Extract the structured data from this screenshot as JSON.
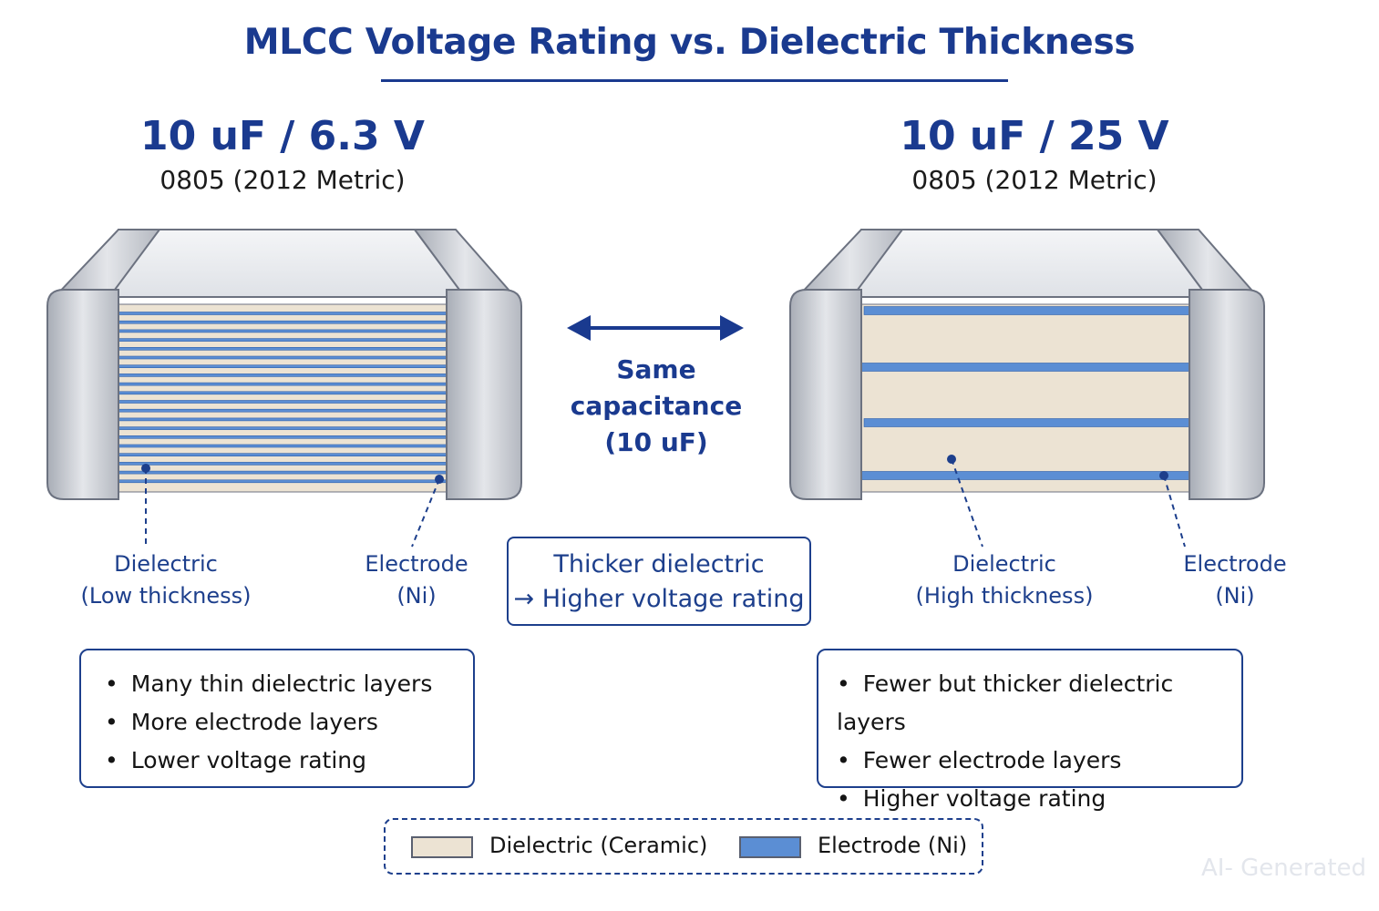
{
  "title": "MLCC Voltage Rating vs. Dielectric Thickness",
  "colors": {
    "accent": "#1a3a8f",
    "dielectric": "#ece3d3",
    "electrode": "#5b8ed4",
    "terminal": "#c8ccd2"
  },
  "left": {
    "rating": "10 uF / 6.3 V",
    "package": "0805 (2012 Metric)",
    "dielectric_label": [
      "Dielectric",
      "(Low thickness)"
    ],
    "electrode_label": [
      "Electrode",
      "(Ni)"
    ],
    "bullets": [
      "Many thin dielectric layers",
      "More electrode layers",
      "Lower voltage rating"
    ]
  },
  "right": {
    "rating": "10 uF / 25 V",
    "package": "0805 (2012 Metric)",
    "dielectric_label": [
      "Dielectric",
      "(High thickness)"
    ],
    "electrode_label": [
      "Electrode",
      "(Ni)"
    ],
    "bullets": [
      "Fewer but thicker dielectric layers",
      "Fewer electrode layers",
      "Higher voltage rating"
    ]
  },
  "center": {
    "same_label": [
      "Same",
      "capacitance",
      "(10 uF)"
    ],
    "arrow_icon": "double-arrow-icon",
    "note": [
      "Thicker dielectric",
      "→ Higher voltage rating"
    ]
  },
  "legend": {
    "dielectric": "Dielectric (Ceramic)",
    "electrode": "Electrode (Ni)"
  },
  "watermark": "AI- Generated"
}
